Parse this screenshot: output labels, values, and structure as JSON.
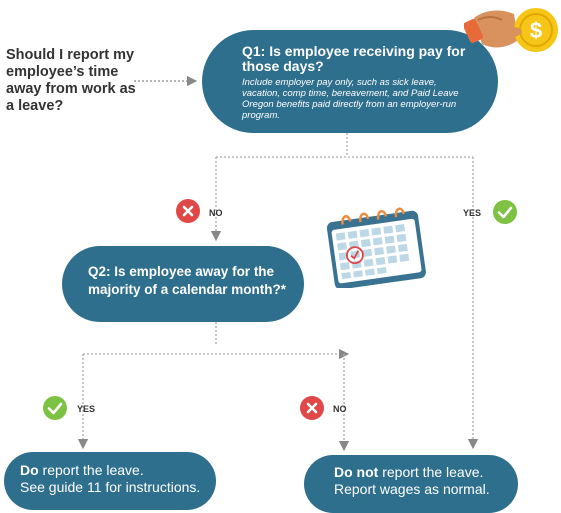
{
  "intro_question": "Should I report my employee’s time away from work as a leave?",
  "q1": {
    "title": "Q1: Is employee receiving pay for those days?",
    "note": "Include employer pay only, such as sick leave, vacation, comp time, bereavement, and Paid Leave Oregon benefits paid directly from an employer-run program."
  },
  "q2": {
    "title": "Q2: Is employee away for the majority of a calendar month?*"
  },
  "branches": {
    "q1_no": "NO",
    "q1_yes": "YES",
    "q2_yes": "YES",
    "q2_no": "NO"
  },
  "results": {
    "report": {
      "strong": "Do",
      "rest": " report the leave.",
      "line2": "See guide 11 for instructions."
    },
    "no_report": {
      "strong": "Do not",
      "rest": " report the leave.",
      "line2": "Report wages as normal."
    }
  },
  "colors": {
    "box": "#2e6f8d",
    "no_badge": "#e04848",
    "yes_badge": "#7dc242",
    "connector": "#888888"
  },
  "icons": {
    "hand": "hand-with-coin-icon",
    "coin": "dollar-coin-icon",
    "calendar": "calendar-icon",
    "yes": "checkmark-icon",
    "no": "x-mark-icon"
  }
}
